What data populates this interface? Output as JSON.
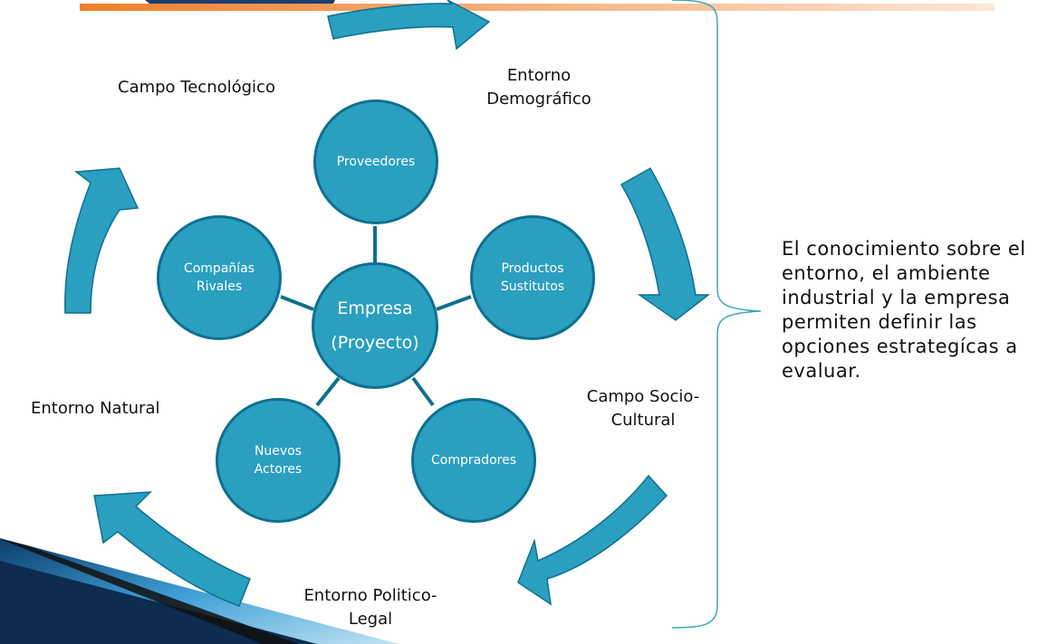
{
  "slide": {
    "title_partial": "Entorno",
    "colors": {
      "accent": "#2a9fbf",
      "accent_dark": "#0f6f8f",
      "orange_bar": "#f07f2a",
      "bracket": "#3aa6b8"
    }
  },
  "diagram": {
    "center": {
      "line1": "Empresa",
      "line2": "(Proyecto)"
    },
    "nodes": {
      "proveedores": "Proveedores",
      "productos_1": "Productos",
      "productos_2": "Sustitutos",
      "compradores": "Compradores",
      "nuevos_1": "Nuevos",
      "nuevos_2": "Actores",
      "rivales_1": "Compañías",
      "rivales_2": "Rivales"
    },
    "environment": {
      "tecnologico": "Campo Tecnológico",
      "demografico_1": "Entorno",
      "demografico_2": "Demográfico",
      "socio_1": "Campo Socio-",
      "socio_2": "Cultural",
      "politico_1": "Entorno Politico-",
      "politico_2": "Legal",
      "natural": "Entorno Natural"
    }
  },
  "side_note": "El conocimiento sobre el entorno,  el ambiente industrial y la empresa permiten definir las opciones estrategícas a evaluar."
}
